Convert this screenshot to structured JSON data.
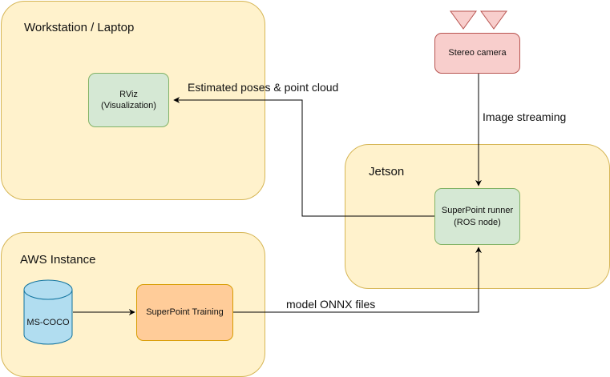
{
  "groups": {
    "workstation": "Workstation / Laptop",
    "jetson": "Jetson",
    "aws": "AWS Instance"
  },
  "nodes": {
    "rviz": "RViz\n(Visualization)",
    "stereo_camera": "Stereo camera",
    "superpoint_runner": "SuperPoint runner\n(ROS node)",
    "ms_coco": "MS-COCO",
    "superpoint_training": "SuperPoint Training"
  },
  "edges": {
    "poses": "Estimated poses & point cloud",
    "image_streaming": "Image streaming",
    "onnx": "model ONNX files"
  },
  "colors": {
    "group_fill": "#fff2cc",
    "group_stroke": "#d6b656",
    "green_fill": "#d5e8d4",
    "green_stroke": "#82b366",
    "red_fill": "#f8cecc",
    "red_stroke": "#b85450",
    "orange_fill": "#ffcc99",
    "orange_stroke": "#d79b00",
    "db_fill": "#b1ddf0",
    "db_stroke": "#10739e"
  }
}
